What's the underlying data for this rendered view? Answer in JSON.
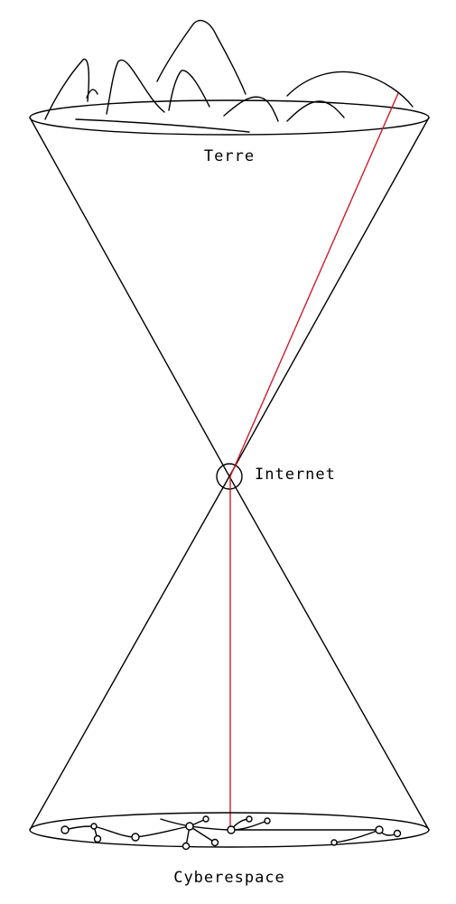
{
  "labels": {
    "top": "Terre",
    "middle": "Internet",
    "bottom": "Cyberespace"
  },
  "colors": {
    "line": "#000000",
    "accent": "#d01c2a",
    "background": "#ffffff"
  }
}
